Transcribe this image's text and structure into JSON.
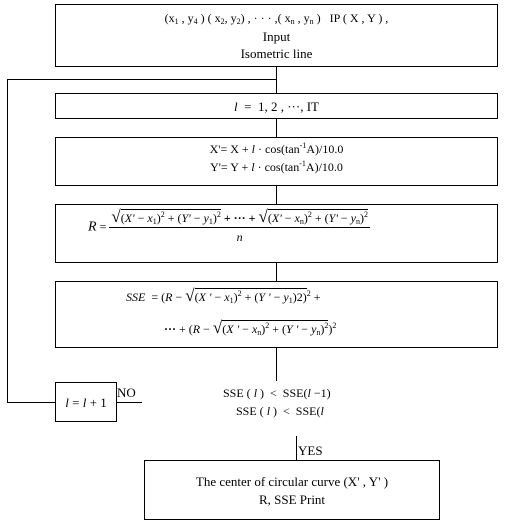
{
  "input_box": {
    "line1": "(x₁ , y₄) (x₂, y₂) , · · · ,(xₙ , yₙ)   IP ( X , Y ) ,",
    "line2": "Input",
    "line3": "Isometric line"
  },
  "loop_box": {
    "text": "l  =  1, 2 , ···, IT"
  },
  "coord_box": {
    "line1": "X'= X + l · cos(tan⁻¹A)/10.0",
    "line2": "Y'= Y + l · cos(tan⁻¹A)/10.0"
  },
  "r_box": {
    "lhs": "R =",
    "numerator": "√((X' − x₁)² + (Y' − y₁)²) + ··· + √((X' − xₙ)² + (Y' − yₙ)²)",
    "denominator": "n"
  },
  "sse_box": {
    "line1": "SSE  = (R − √((X' − x₁)² + (Y' − y₁)2))² +",
    "line2": "··· + (R − √((X' − xₙ)² + (Y' − yₙ)²))²"
  },
  "increment_box": {
    "text": "l = l + 1"
  },
  "decision": {
    "line1": "SSE ( l )  <  SSE(l −1)",
    "line2": "SSE ( l )  <  SSE(l",
    "no_label": "NO",
    "yes_label": "YES"
  },
  "output_box": {
    "line1": "The center of circular curve (X' , Y' )",
    "line2": "R,  SSE   Print"
  }
}
